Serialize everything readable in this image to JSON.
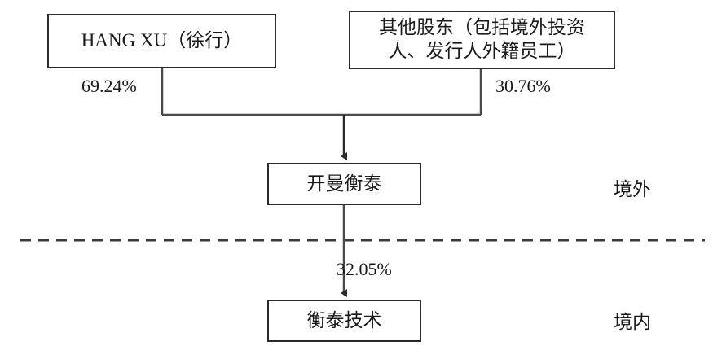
{
  "diagram": {
    "type": "ownership-structure-chart",
    "nodes": [
      {
        "id": "hang-xu",
        "label": "HANG XU（徐行）"
      },
      {
        "id": "other-shareholders",
        "label": "其他股东（包括境外投资\n人、发行人外籍员工）"
      },
      {
        "id": "cayman",
        "label": "开曼衡泰"
      },
      {
        "id": "hengtai-tech",
        "label": "衡泰技术"
      }
    ],
    "edges": [
      {
        "from": "hang-xu",
        "to": "cayman",
        "label": "69.24%"
      },
      {
        "from": "other-shareholders",
        "to": "cayman",
        "label": "30.76%"
      },
      {
        "from": "cayman",
        "to": "hengtai-tech",
        "label": "32.05%"
      }
    ],
    "zones": [
      {
        "id": "offshore",
        "label": "境外"
      },
      {
        "id": "onshore",
        "label": "境内"
      }
    ],
    "divider": {
      "style": "dashed",
      "label": ""
    },
    "colors": {
      "stroke": "#2b2b2b",
      "text": "#1a1a1a",
      "background": "#ffffff"
    }
  }
}
